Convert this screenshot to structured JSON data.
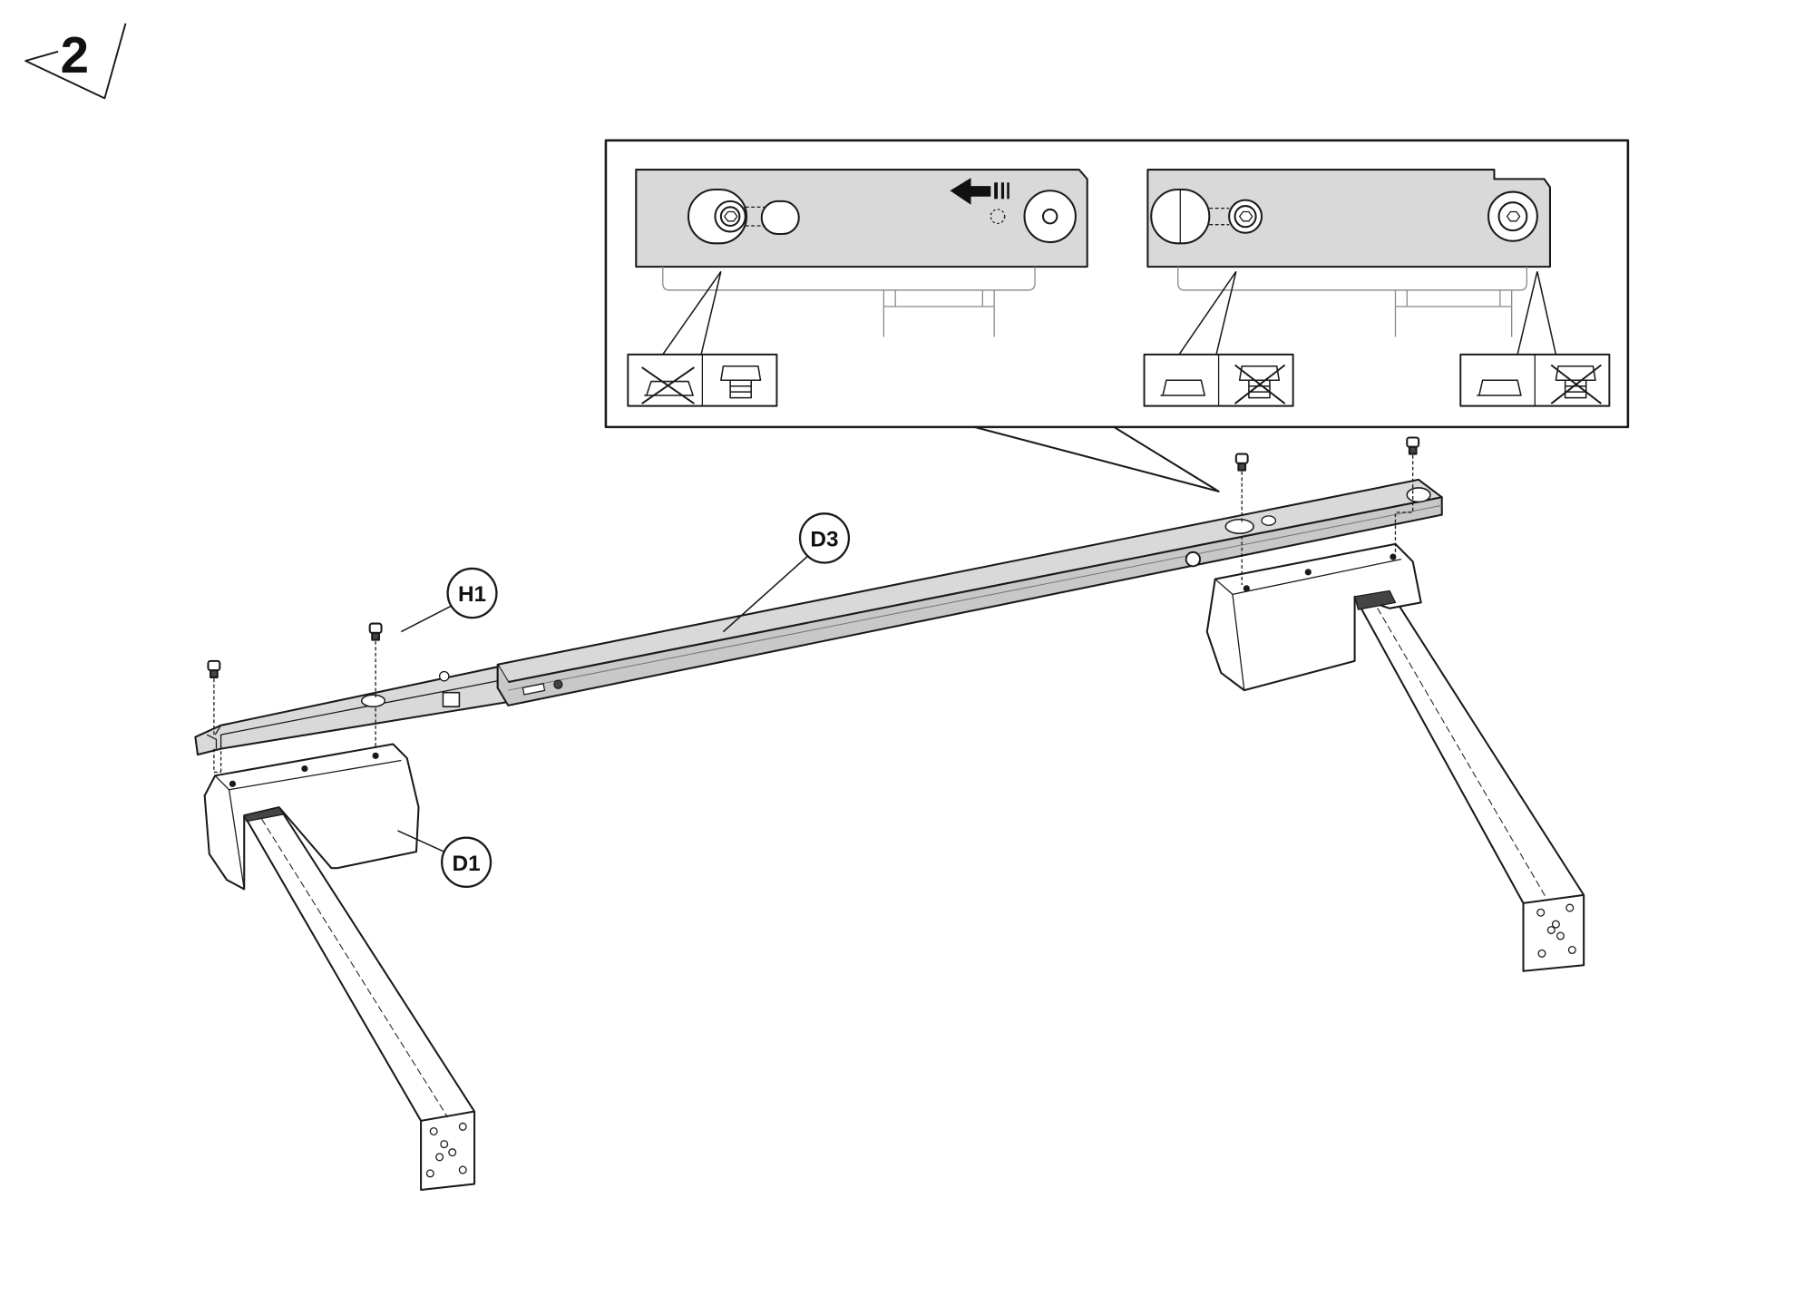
{
  "step": {
    "number": "2"
  },
  "parts": {
    "beam_label": "D3",
    "screw_label": "H1",
    "leg_label": "D1"
  },
  "colors": {
    "metal": "#d9d9d9",
    "line": "#1a1a1a"
  }
}
